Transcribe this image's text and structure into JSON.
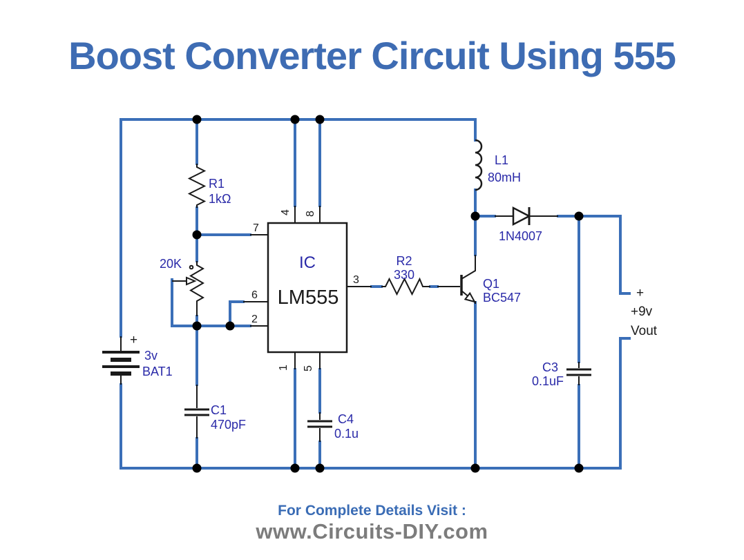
{
  "title": "Boost Converter Circuit Using 555",
  "circuit": {
    "battery": {
      "plus": "+",
      "value": "3v",
      "ref": "BAT1"
    },
    "r1": {
      "ref": "R1",
      "value": "1kΩ"
    },
    "potentiometer": {
      "value": "20K"
    },
    "c1": {
      "ref": "C1",
      "value": "470pF"
    },
    "ic": {
      "label": "IC",
      "part": "LM555",
      "pin1": "1",
      "pin2": "2",
      "pin3": "3",
      "pin4": "4",
      "pin5": "5",
      "pin6": "6",
      "pin7": "7",
      "pin8": "8"
    },
    "c4": {
      "ref": "C4",
      "value": "0.1u"
    },
    "r2": {
      "ref": "R2",
      "value": "330"
    },
    "q1": {
      "ref": "Q1",
      "part": "BC547"
    },
    "l1": {
      "ref": "L1",
      "value": "80mH"
    },
    "diode": {
      "part": "1N4007"
    },
    "c3": {
      "ref": "C3",
      "value": "0.1uF"
    },
    "output": {
      "plus": "+",
      "voltage": "+9v",
      "label": "Vout"
    }
  },
  "footer": {
    "line1": "For Complete Details Visit :",
    "line2": "www.Circuits-DIY.com"
  },
  "colors": {
    "title_blue": "#3e6cb3",
    "wire_blue": "#3b6fb8",
    "component_label_navy": "#2929a8",
    "line_black": "#1a1a1a",
    "footer_gray": "#7c7c7c"
  }
}
